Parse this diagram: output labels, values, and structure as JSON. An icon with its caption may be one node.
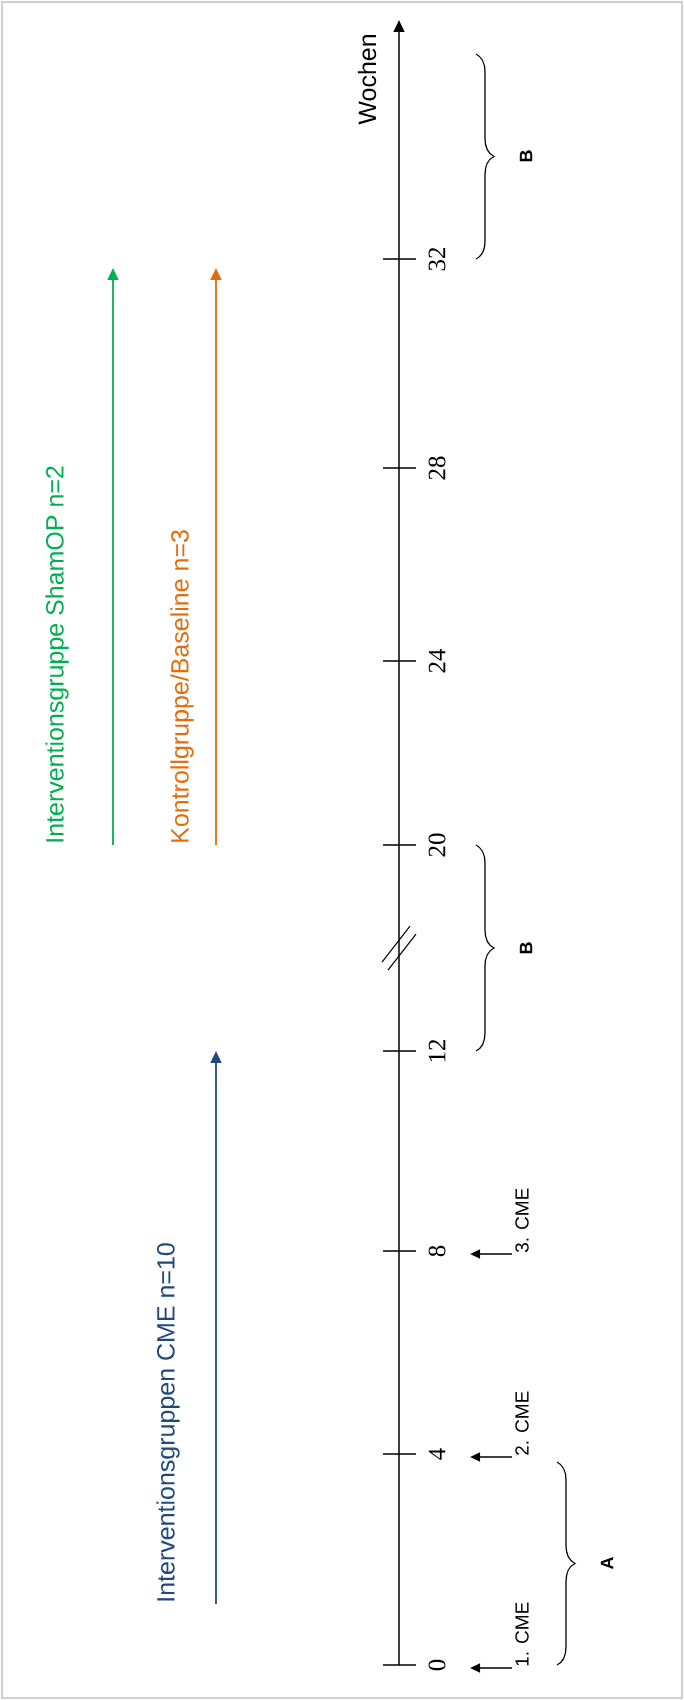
{
  "diagram": {
    "nodes": [
      {
        "text": [
          "1. CME"
        ]
      },
      {
        "text": [
          "2. CME"
        ]
      },
      {
        "text": [
          "3. CME"
        ]
      }
    ],
    "edges": [
      {
        "from": 0,
        "to": null,
        "arrow": "to"
      },
      {
        "from": 1,
        "to": null,
        "arrow": "to"
      },
      {
        "from": 2,
        "to": null,
        "arrow": "to"
      }
    ],
    "labels": [
      "Interventionsgruppe ShamOP n=2",
      "Kontrollgruppe/Baseline n=3",
      "Interventionsgruppen CME n=10",
      "Wochen",
      "0",
      "4",
      "8",
      "12",
      "20",
      "24",
      "28",
      "32",
      "A",
      "B",
      "B"
    ]
  }
}
